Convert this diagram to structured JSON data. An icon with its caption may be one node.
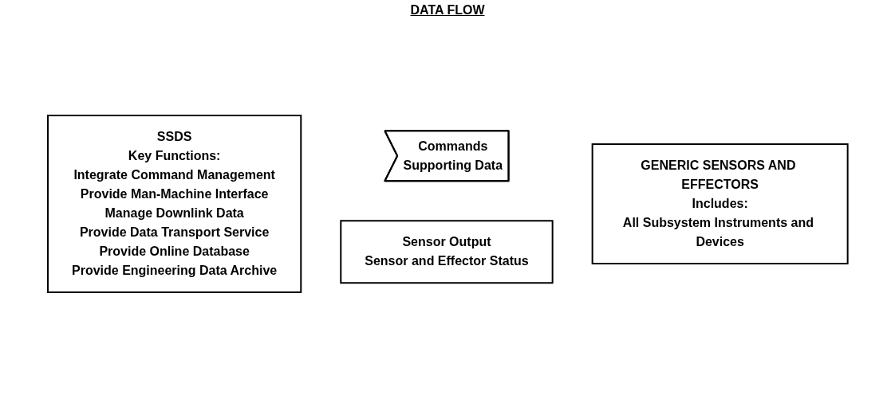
{
  "diagram": {
    "title": "DATA FLOW",
    "nodes": [
      {
        "text": [
          "SSDS",
          "Key Functions:",
          "Integrate Command Management",
          "Provide Man-Machine Interface",
          "Manage Downlink Data",
          "Provide Data Transport Service",
          "Provide Online Database",
          "Provide Engineering Data Archive"
        ]
      },
      {
        "text": [
          "Commands",
          "Supporting Data"
        ]
      },
      {
        "text": [
          "Sensor Output",
          "Sensor and Effector Status"
        ]
      },
      {
        "text": [
          "GENERIC SENSORS AND EFFECTORS",
          "Includes:",
          "All Subsystem Instruments and Devices"
        ]
      }
    ],
    "edges": []
  }
}
